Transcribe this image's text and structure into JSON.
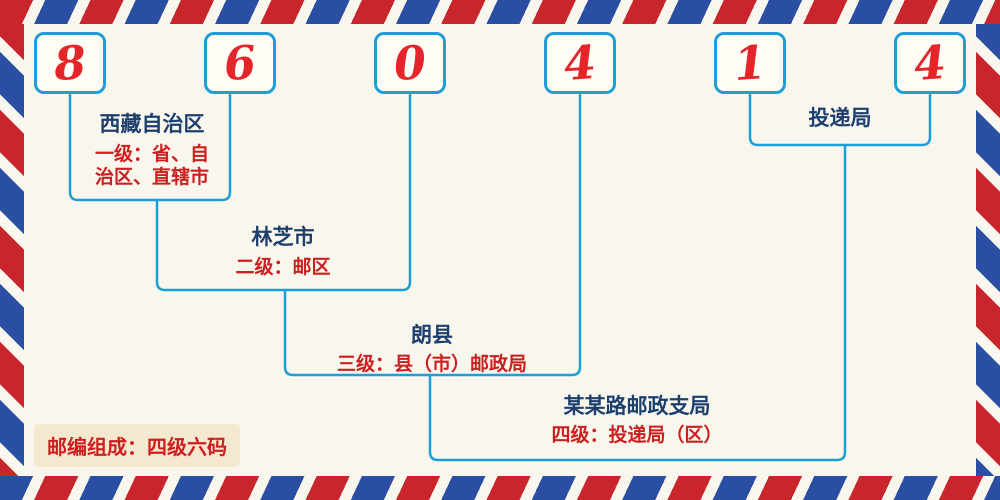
{
  "postal_code": {
    "digits": [
      "8",
      "6",
      "0",
      "4",
      "1",
      "4"
    ]
  },
  "levels": [
    {
      "name": "西藏自治区",
      "desc_lines": [
        "一级：省、自",
        "治区、直辖市"
      ]
    },
    {
      "name": "林芝市",
      "desc_lines": [
        "二级：邮区"
      ]
    },
    {
      "name": "朗县",
      "desc_lines": [
        "三级：县（市）邮政局"
      ]
    },
    {
      "name": "某某路邮政支局",
      "desc_lines": [
        "四级：投递局（区）"
      ]
    }
  ],
  "delivery_office": {
    "label": "投递局"
  },
  "footer": {
    "note": "邮编组成：四级六码"
  },
  "colors": {
    "line_blue": "#1e9ed6",
    "digit_red": "#e5252a",
    "label_navy": "#1c3f6e",
    "label_red": "#cc1f1f",
    "stripe_red": "#c9252c",
    "stripe_blue": "#2a4fa2",
    "background": "#f9f6ee",
    "note_background": "#f5e8d0"
  }
}
